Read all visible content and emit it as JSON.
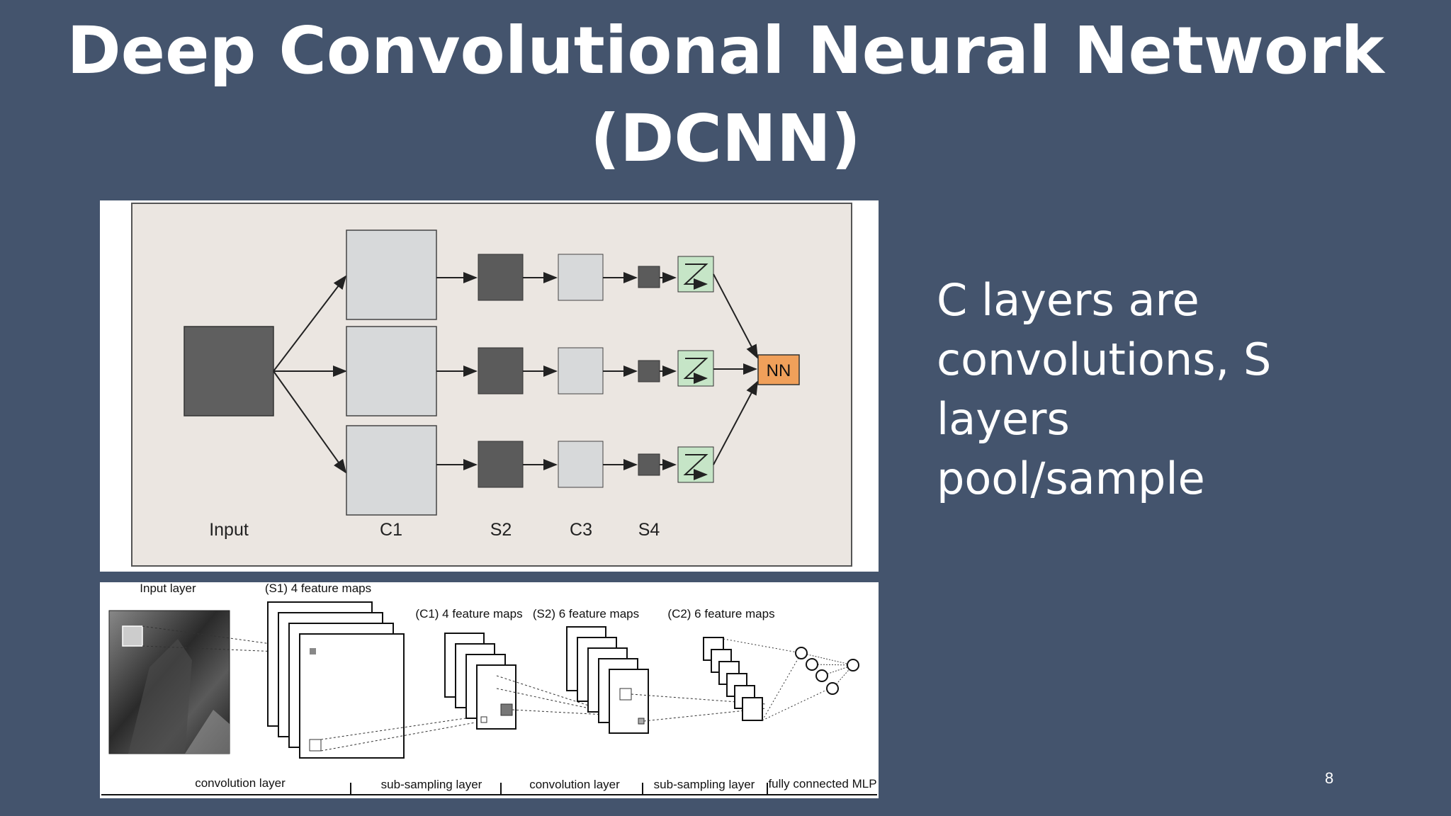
{
  "slide": {
    "title_line1": "Deep Convolutional Neural Network",
    "title_line2": "(DCNN)",
    "bullet": [
      "C layers are",
      "convolutions, S",
      "layers",
      "pool/sample"
    ],
    "page_number": "8"
  },
  "diagram_top": {
    "labels": {
      "input": "Input",
      "c1": "C1",
      "s2": "S2",
      "c3": "C3",
      "s4": "S4",
      "nn": "NN"
    },
    "colors": {
      "background": "#ebe6e1",
      "input_box": "#5f5f5f",
      "c_box": "#d7d9da",
      "s_box": "#5b5b5b",
      "green_box": "#c6e5c7",
      "nn_box": "#f0a05a"
    }
  },
  "diagram_bottom": {
    "labels": {
      "input_layer": "Input layer",
      "s1": "(S1) 4 feature maps",
      "c1": "(C1) 4 feature maps",
      "s2": "(S2) 6 feature maps",
      "c2": "(C2) 6 feature maps",
      "conv1": "convolution layer",
      "sub1": "sub-sampling layer",
      "conv2": "convolution layer",
      "sub2": "sub-sampling layer",
      "mlp": "fully connected MLP"
    }
  }
}
